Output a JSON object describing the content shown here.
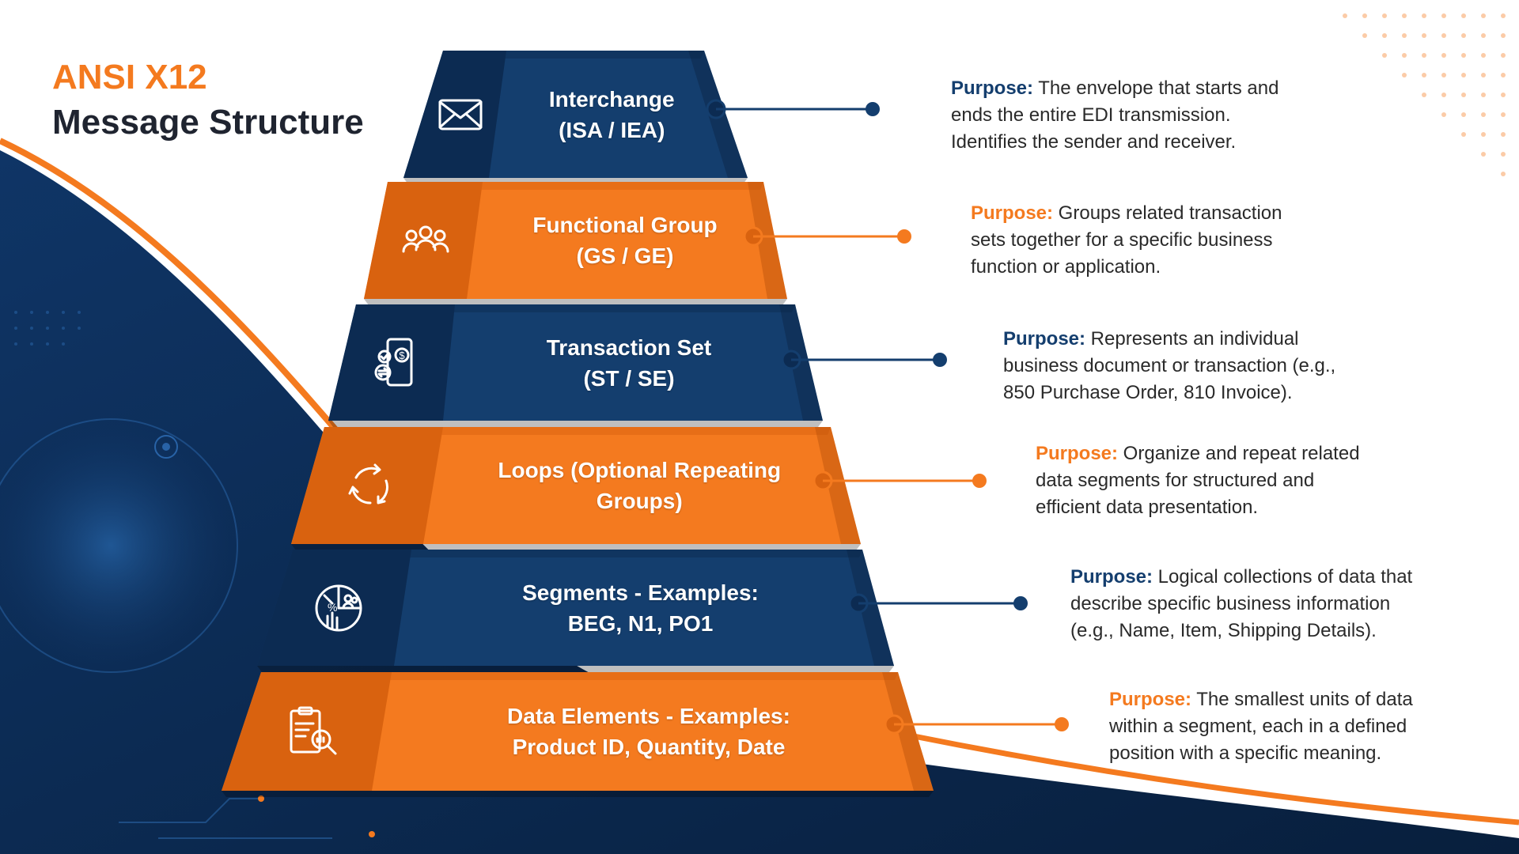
{
  "title": {
    "line1": "ANSI X12",
    "line2": "Message Structure"
  },
  "colors": {
    "navy": "#143e6e",
    "orange": "#f47a1f",
    "dark_bg": "#0c2b52"
  },
  "layers": [
    {
      "name": "interchange",
      "icon": "envelope-icon",
      "line1": "Interchange",
      "line2": "(ISA / IEA)",
      "color": "navy",
      "purpose_label": "Purpose:",
      "purpose_text": "The envelope that starts and ends the entire EDI transmission. Identifies the sender and receiver."
    },
    {
      "name": "functional-group",
      "icon": "people-group-icon",
      "line1": "Functional Group",
      "line2": "(GS / GE)",
      "color": "orange",
      "purpose_label": "Purpose:",
      "purpose_text": "Groups related transaction sets together for a specific business function or application."
    },
    {
      "name": "transaction-set",
      "icon": "mobile-transaction-icon",
      "line1": "Transaction Set",
      "line2": "(ST / SE)",
      "color": "navy",
      "purpose_label": "Purpose:",
      "purpose_text": "Represents an individual business document or transaction (e.g., 850 Purchase Order, 810 Invoice)."
    },
    {
      "name": "loops",
      "icon": "cycle-arrows-icon",
      "line1": "Loops (Optional Repeating",
      "line2": "Groups)",
      "color": "orange",
      "purpose_label": "Purpose:",
      "purpose_text": "Organize and repeat related data segments for structured and efficient data presentation."
    },
    {
      "name": "segments",
      "icon": "analytics-circle-icon",
      "line1": "Segments - Examples:",
      "line2": "BEG, N1, PO1",
      "color": "navy",
      "purpose_label": "Purpose:",
      "purpose_text": "Logical collections of data that describe specific business information (e.g., Name, Item, Shipping Details)."
    },
    {
      "name": "data-elements",
      "icon": "clipboard-search-icon",
      "line1": "Data Elements - Examples:",
      "line2": "Product ID, Quantity, Date",
      "color": "orange",
      "purpose_label": "Purpose:",
      "purpose_text": "The smallest units of data within a segment, each in a defined position with a specific meaning."
    }
  ]
}
